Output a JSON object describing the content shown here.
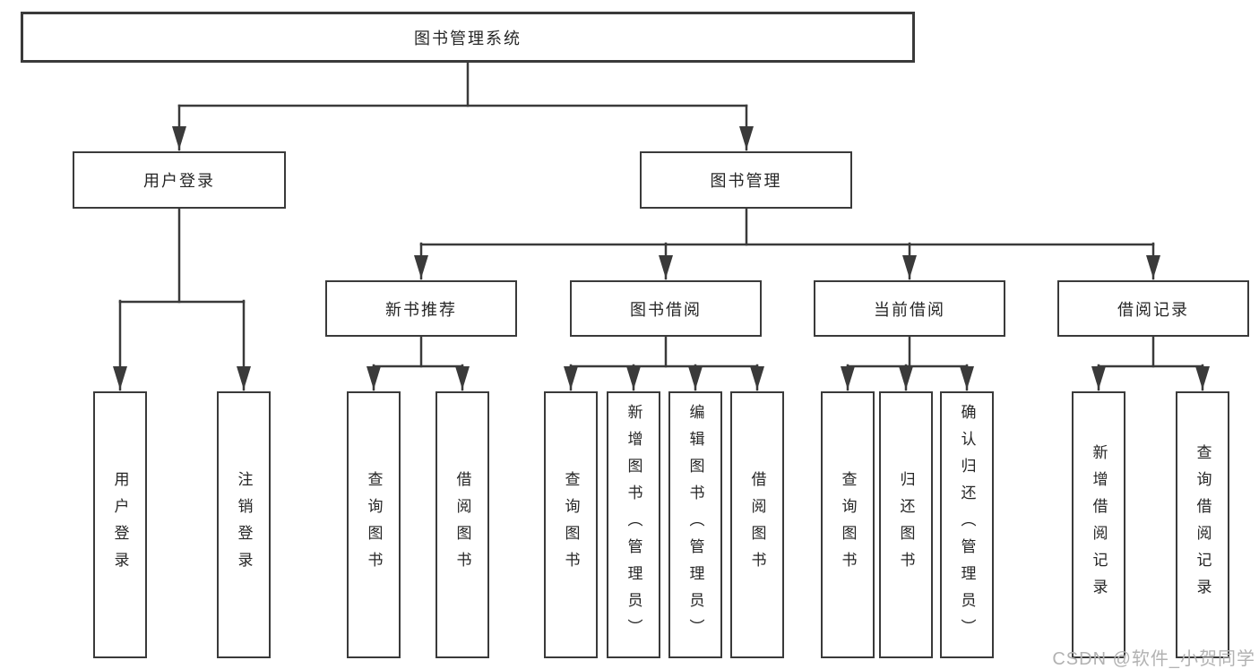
{
  "diagram": {
    "title": "图书管理系统",
    "root": {
      "label": "图书管理系统"
    },
    "level2": [
      {
        "label": "用户登录"
      },
      {
        "label": "图书管理"
      }
    ],
    "level3": [
      {
        "label": "新书推荐"
      },
      {
        "label": "图书借阅"
      },
      {
        "label": "当前借阅"
      },
      {
        "label": "借阅记录"
      }
    ],
    "leaves": {
      "user_login": [
        "用户登录",
        "注销登录"
      ],
      "new_book": [
        "查询图书",
        "借阅图书"
      ],
      "book_borrow": [
        "查询图书",
        "新增图书（管理员）",
        "编辑图书（管理员）",
        "借阅图书"
      ],
      "current_borrow": [
        "查询图书",
        "归还图书",
        "确认归还（管理员）"
      ],
      "borrow_record": [
        "新增借阅记录",
        "查询借阅记录"
      ]
    }
  },
  "watermark": {
    "text": "CSDN @软件_小贺同学",
    "color": "#b2b2b2"
  },
  "colors": {
    "line": "#3a3a3a",
    "text": "#262626",
    "background": "#ffffff"
  }
}
